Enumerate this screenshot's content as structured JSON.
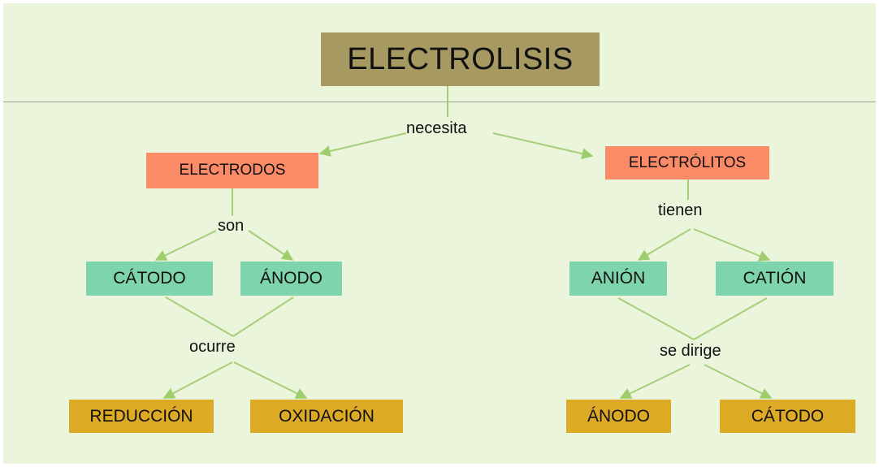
{
  "title": "ELECTROLISIS",
  "connectors": {
    "main": "necesita",
    "left": "son",
    "left_bottom": "ocurre",
    "right": "tienen",
    "right_bottom": "se dirige"
  },
  "nodes": {
    "electrodos": "ELECTRODOS",
    "electrolitos": "ELECTRÓLITOS",
    "catodo": "CÁTODO",
    "anodo": "ÁNODO",
    "anion": "ANIÓN",
    "cation": "CATIÓN",
    "reduccion": "REDUCCIÓN",
    "oxidacion": "OXIDACIÓN",
    "anodo_destino": "ÁNODO",
    "catodo_destino": "CÁTODO"
  },
  "colors": {
    "background": "#eaf5dc",
    "title_box": "#a69a62",
    "level1_box": "#fb8b67",
    "level2_box": "#7dd4ad",
    "level3_box": "#ddaa26",
    "lines": "#a6cf78"
  }
}
